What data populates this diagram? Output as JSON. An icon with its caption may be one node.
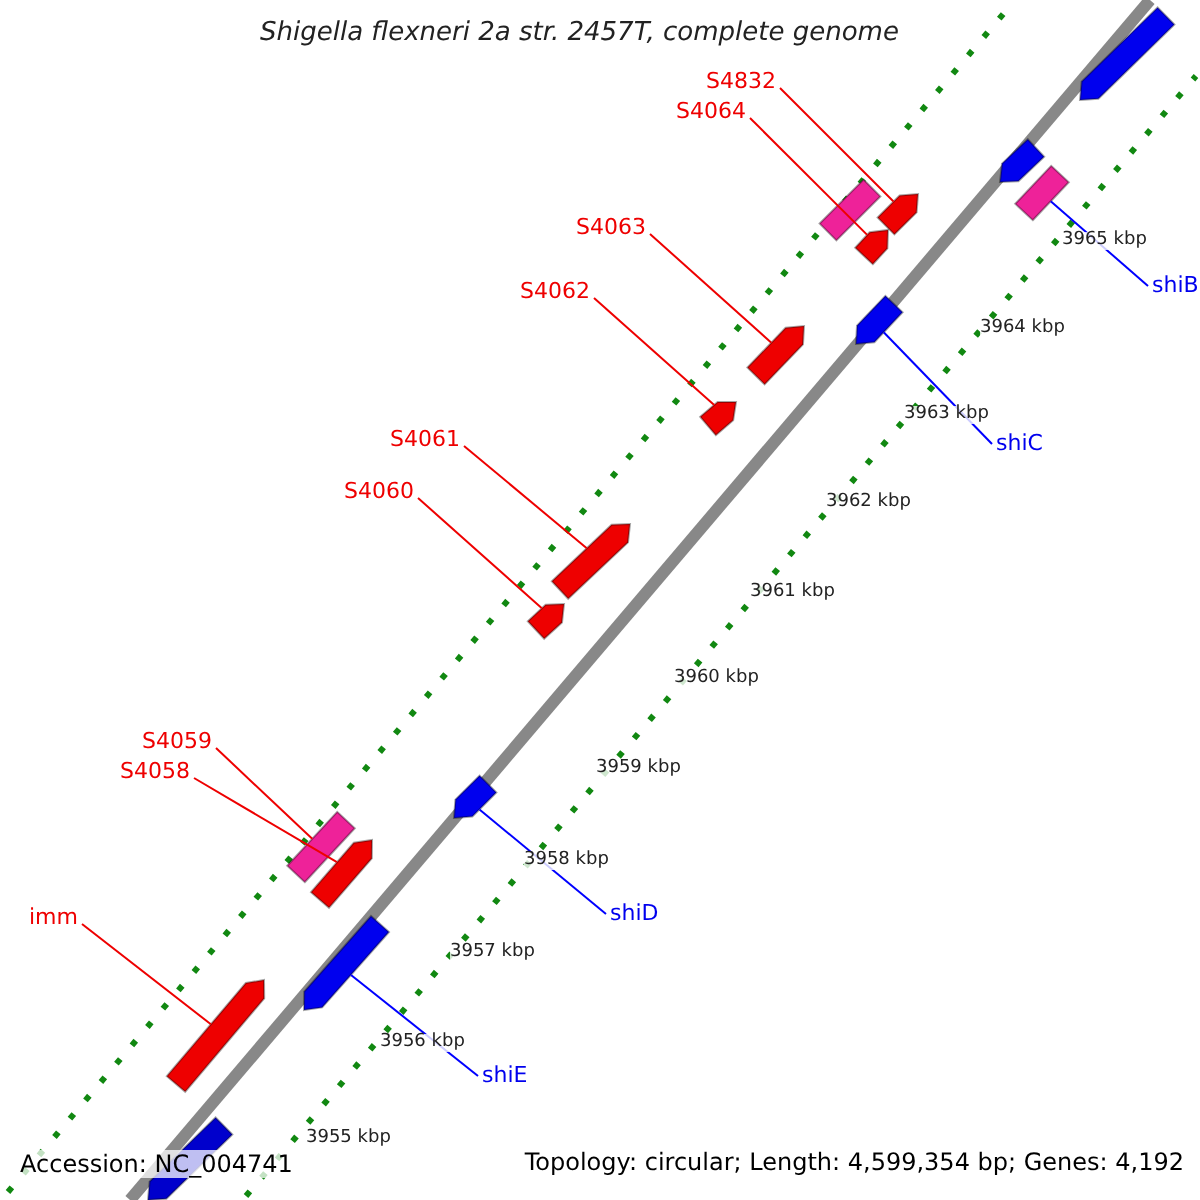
{
  "diagram": {
    "title": "Shigella flexneri 2a str. 2457T, complete genome",
    "nodes": [
      {
        "text": [
          "S4832"
        ]
      },
      {
        "text": [
          "S4064"
        ]
      },
      {
        "text": [
          "S4063"
        ]
      },
      {
        "text": [
          "S4062"
        ]
      },
      {
        "text": [
          "S4061"
        ]
      },
      {
        "text": [
          "S4060"
        ]
      },
      {
        "text": [
          "S4059"
        ]
      },
      {
        "text": [
          "S4058"
        ]
      },
      {
        "text": [
          "imm"
        ]
      },
      {
        "text": [
          "shiB"
        ]
      },
      {
        "text": [
          "shiC"
        ]
      },
      {
        "text": [
          "shiD"
        ]
      },
      {
        "text": [
          "shiE"
        ]
      },
      {
        "text": [],
        "shape": "arrow"
      },
      {
        "text": [],
        "shape": "arrow"
      },
      {
        "text": [],
        "shape": "box"
      },
      {
        "text": [],
        "shape": "arrow"
      },
      {
        "text": [],
        "shape": "box"
      },
      {
        "text": [],
        "shape": "arrow"
      },
      {
        "text": [],
        "shape": "arrow"
      },
      {
        "text": [],
        "shape": "arrow"
      },
      {
        "text": [],
        "shape": "arrow"
      },
      {
        "text": [],
        "shape": "arrow"
      },
      {
        "text": [],
        "shape": "arrow"
      },
      {
        "text": [],
        "shape": "arrow"
      },
      {
        "text": [],
        "shape": "box"
      },
      {
        "text": [],
        "shape": "arrow"
      },
      {
        "text": [],
        "shape": "arrow"
      },
      {
        "text": [],
        "shape": "arrow"
      },
      {
        "text": [],
        "shape": "arrow"
      }
    ],
    "edges": [
      {
        "from": 0,
        "to": 16,
        "arrow": "none"
      },
      {
        "from": 1,
        "to": 18,
        "arrow": "none"
      },
      {
        "from": 2,
        "to": 20,
        "arrow": "none"
      },
      {
        "from": 3,
        "to": 21,
        "arrow": "none"
      },
      {
        "from": 4,
        "to": 22,
        "arrow": "none"
      },
      {
        "from": 5,
        "to": 23,
        "arrow": "none"
      },
      {
        "from": 6,
        "to": 25,
        "arrow": "none"
      },
      {
        "from": 7,
        "to": 26,
        "arrow": "none"
      },
      {
        "from": 8,
        "to": 28,
        "arrow": "none"
      },
      {
        "from": 9,
        "to": 17,
        "arrow": "none",
        "color": "#0000ff"
      },
      {
        "from": 10,
        "to": 19,
        "arrow": "none",
        "color": "#0000ff"
      },
      {
        "from": 11,
        "to": 24,
        "arrow": "none",
        "color": "#0000ff"
      },
      {
        "from": 12,
        "to": 27,
        "arrow": "none",
        "color": "#0000ff"
      }
    ],
    "labels": [
      "3965 kbp",
      "3964 kbp",
      "3963 kbp",
      "3962 kbp",
      "3961 kbp",
      "3960 kbp",
      "3959 kbp",
      "3958 kbp",
      "3957 kbp",
      "3956 kbp",
      "3955 kbp",
      "Accession: NC_004741",
      "Topology: circular; Length: 4,599,354 bp; Genes: 4,192"
    ]
  }
}
